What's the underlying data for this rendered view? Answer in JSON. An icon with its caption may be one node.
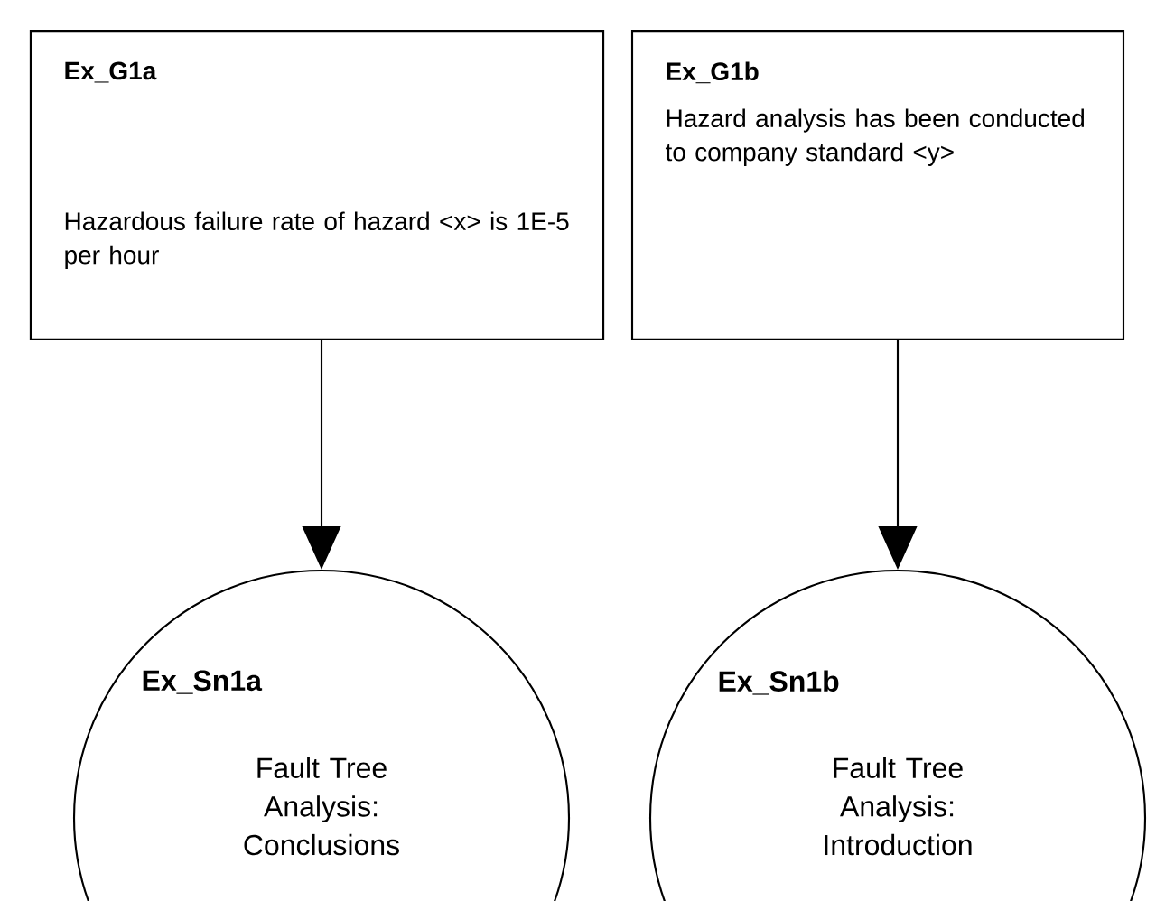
{
  "diagram": {
    "nodes": [
      {
        "text": [
          "Ex_G1a",
          "Hazardous failure rate of hazard <x> is 1E-5 per hour"
        ]
      },
      {
        "text": [
          "Ex_G1b",
          "Hazard analysis has been conducted to company standard <y>"
        ]
      },
      {
        "text": [
          "Ex_Sn1a",
          "Fault Tree Analysis: Conclusions"
        ]
      },
      {
        "text": [
          "Ex_Sn1b",
          "Fault Tree Analysis: Introduction"
        ]
      }
    ],
    "edges": [
      {
        "from": 0,
        "to": 2,
        "arrow": "to"
      },
      {
        "from": 1,
        "to": 3,
        "arrow": "to"
      }
    ]
  }
}
